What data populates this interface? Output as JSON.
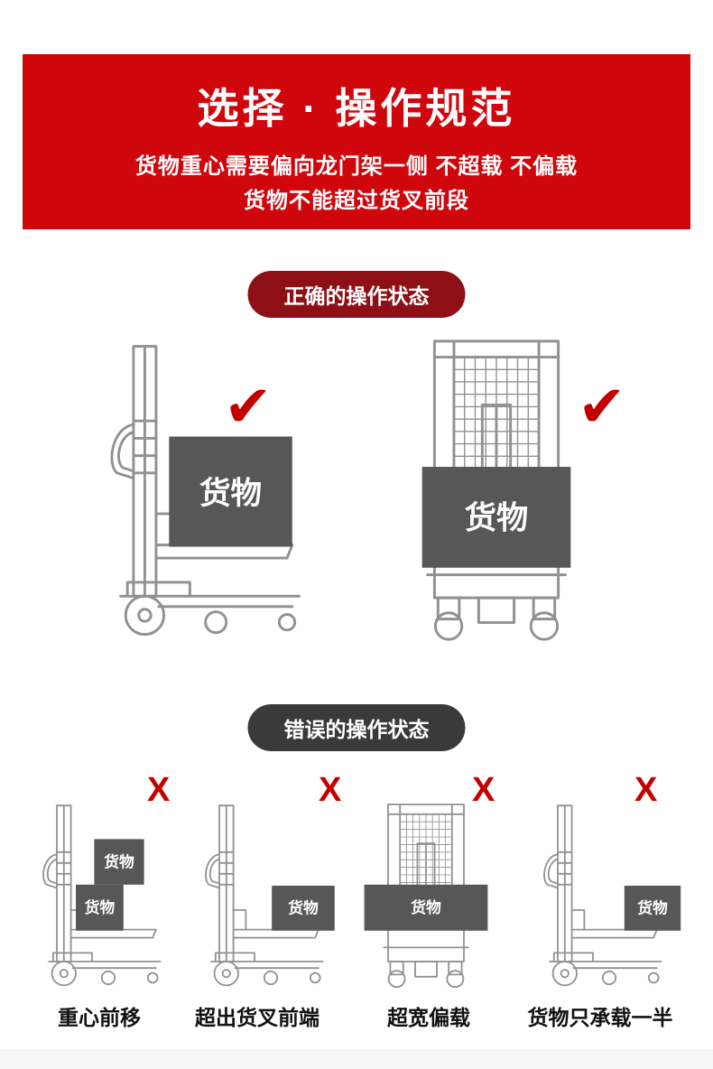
{
  "banner": {
    "title": "选择 · 操作规范",
    "line1": "货物重心需要偏向龙门架一侧 不超载 不偏载",
    "line2": "货物不能超过货叉前段"
  },
  "correct": {
    "badge": "正确的操作状态"
  },
  "wrong": {
    "badge": "错误的操作状态",
    "captions": [
      "重心前移",
      "超出货叉前端",
      "超宽偏载",
      "货物只承载一半"
    ]
  },
  "labels": {
    "cargo": "货物"
  },
  "marks": {
    "check": "✔",
    "cross": "X"
  },
  "colors": {
    "banner_red": "#d0060d",
    "badge_dark_red": "#8e1016",
    "badge_dark": "#3a3a3a",
    "cargo_gray": "#575757",
    "mark_red": "#c30000"
  }
}
